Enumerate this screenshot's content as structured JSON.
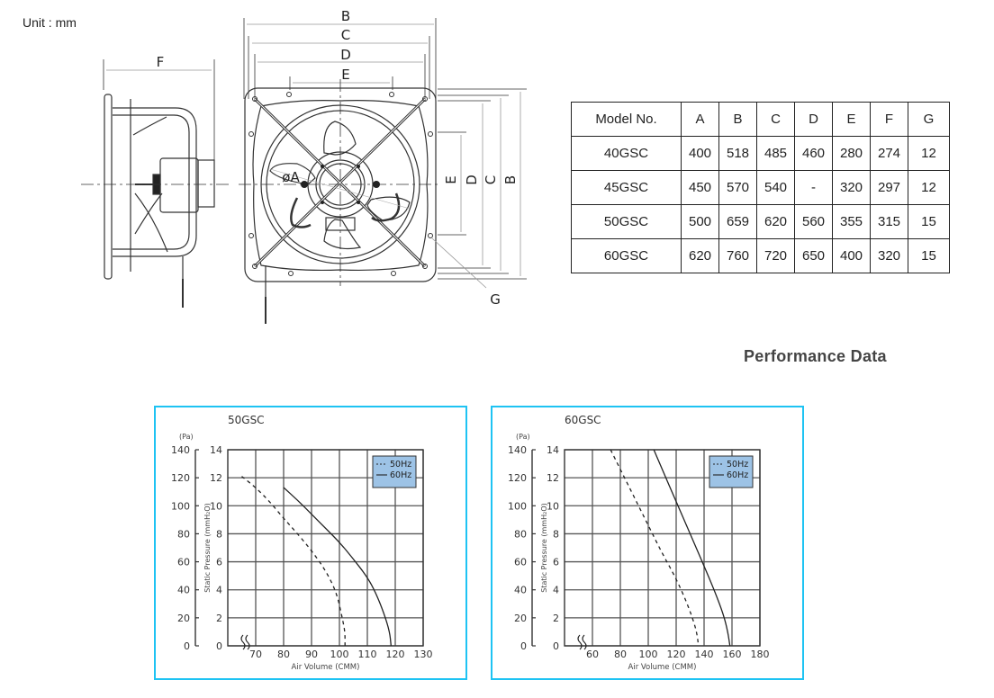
{
  "header": {
    "unit_label": "Unit : mm",
    "performance_title": "Performance Data"
  },
  "drawing": {
    "side_view_label": "F",
    "front_labels_top": [
      "B",
      "C",
      "D",
      "E"
    ],
    "front_labels_right": [
      "E",
      "D",
      "C",
      "B"
    ],
    "diameter_label": "øA",
    "bolt_label": "G"
  },
  "dimensions_table": {
    "headers": [
      "Model No.",
      "A",
      "B",
      "C",
      "D",
      "E",
      "F",
      "G"
    ],
    "rows": [
      [
        "40GSC",
        "400",
        "518",
        "485",
        "460",
        "280",
        "274",
        "12"
      ],
      [
        "45GSC",
        "450",
        "570",
        "540",
        "-",
        "320",
        "297",
        "12"
      ],
      [
        "50GSC",
        "500",
        "659",
        "620",
        "560",
        "355",
        "315",
        "15"
      ],
      [
        "60GSC",
        "620",
        "760",
        "720",
        "650",
        "400",
        "320",
        "15"
      ]
    ]
  },
  "colors": {
    "chart_border": "#1ec3f3",
    "legend_fill": "#9dc3e6",
    "grid": "#555555"
  },
  "chart_data": [
    {
      "type": "line",
      "title": "50GSC",
      "xlabel": "Air Volume (CMM)",
      "ylabel": "Static Pressure (mmH2O)",
      "ylabel_secondary": "(Pa)",
      "xlim": [
        60,
        130
      ],
      "ylim": [
        0,
        14
      ],
      "ylim_secondary": [
        0,
        140
      ],
      "x_ticks": [
        "70",
        "80",
        "90",
        "100",
        "110",
        "120",
        "130"
      ],
      "y_ticks": [
        "0",
        "2",
        "4",
        "6",
        "8",
        "10",
        "12",
        "14"
      ],
      "y_ticks_secondary": [
        "0",
        "20",
        "40",
        "60",
        "80",
        "100",
        "120",
        "140"
      ],
      "grid": true,
      "legend_position": "top-right",
      "legend": [
        "50Hz",
        "60Hz"
      ],
      "series": [
        {
          "name": "50Hz",
          "style": "dashed",
          "x": [
            65,
            70,
            75,
            80,
            85,
            90,
            95,
            99,
            101,
            102,
            102
          ],
          "y": [
            12.1,
            11.3,
            10.3,
            9.1,
            8.0,
            6.8,
            5.4,
            3.8,
            2.0,
            1.0,
            0
          ]
        },
        {
          "name": "60Hz",
          "style": "solid",
          "x": [
            80,
            85,
            90,
            95,
            100,
            105,
            110,
            113,
            116,
            118,
            118.5
          ],
          "y": [
            11.3,
            10.4,
            9.4,
            8.4,
            7.4,
            6.2,
            4.9,
            3.8,
            2.3,
            1.0,
            0
          ]
        }
      ]
    },
    {
      "type": "line",
      "title": "60GSC",
      "xlabel": "Air Volume (CMM)",
      "ylabel": "Static Pressure (mmH2O)",
      "ylabel_secondary": "(Pa)",
      "xlim": [
        40,
        180
      ],
      "ylim": [
        0,
        14
      ],
      "ylim_secondary": [
        0,
        140
      ],
      "x_ticks": [
        "60",
        "80",
        "100",
        "120",
        "140",
        "160",
        "180"
      ],
      "y_ticks": [
        "0",
        "2",
        "4",
        "6",
        "8",
        "10",
        "12",
        "14"
      ],
      "y_ticks_secondary": [
        "0",
        "20",
        "40",
        "60",
        "80",
        "100",
        "120",
        "140"
      ],
      "grid": true,
      "legend_position": "top-right",
      "legend": [
        "50Hz",
        "60Hz"
      ],
      "series": [
        {
          "name": "50Hz",
          "style": "dashed",
          "x": [
            73,
            80,
            90,
            100,
            110,
            120,
            128,
            133,
            135,
            136
          ],
          "y": [
            14,
            12.6,
            10.6,
            8.6,
            6.6,
            4.8,
            3.0,
            1.6,
            0.8,
            0
          ]
        },
        {
          "name": "60Hz",
          "style": "solid",
          "x": [
            104,
            110,
            120,
            130,
            140,
            148,
            154,
            157,
            158.5
          ],
          "y": [
            14,
            12.6,
            10.3,
            8.0,
            5.7,
            3.8,
            2.2,
            1.0,
            0
          ]
        }
      ]
    }
  ]
}
